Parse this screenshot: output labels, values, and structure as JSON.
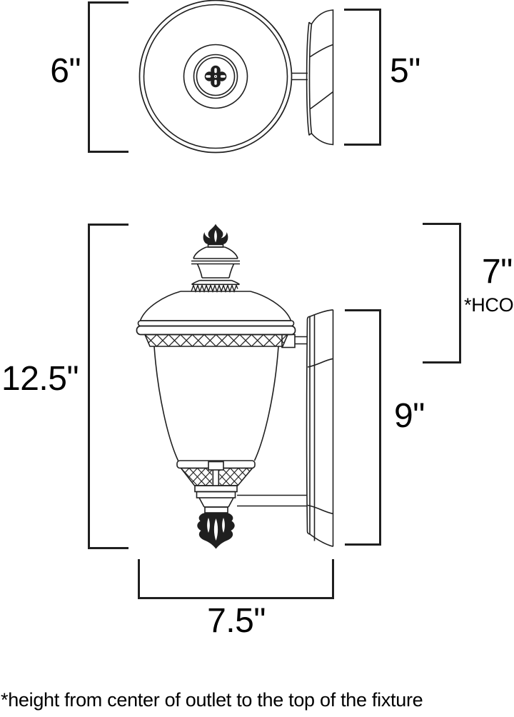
{
  "page": {
    "background": "#ffffff",
    "ink": "#1f1f1f"
  },
  "top_view": {
    "height_dim": "6\"",
    "depth_dim": "5\""
  },
  "side_view": {
    "fixture_height_dim": "12.5\"",
    "outlet_to_top_dim": "7\"",
    "outlet_note": "*HCO",
    "backplate_height_dim": "9\"",
    "width_dim": "7.5\""
  },
  "footnote": "*height from center of outlet to the top of the fixture"
}
